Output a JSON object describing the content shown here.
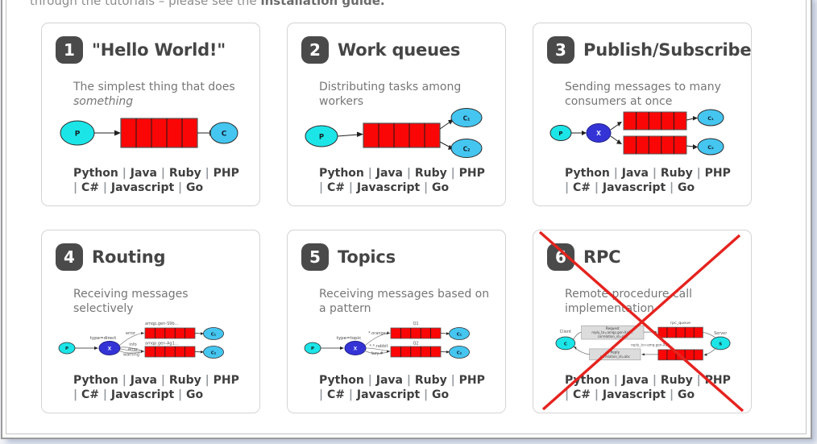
{
  "top": {
    "intro_text": "through the tutorials – please see the ",
    "intro_link": "installation guide."
  },
  "languages": [
    "Python",
    "Java",
    "Ruby",
    "PHP",
    "C#",
    "Javascript",
    "Go"
  ],
  "cards": [
    {
      "number": "1",
      "title": "\"Hello World!\"",
      "description": "The simplest thing that does ",
      "description_italic": "something"
    },
    {
      "number": "2",
      "title": "Work queues",
      "description": "Distributing tasks among workers"
    },
    {
      "number": "3",
      "title": "Publish/Subscribe",
      "description": "Sending messages to many consumers at once"
    },
    {
      "number": "4",
      "title": "Routing",
      "description": "Receiving messages selectively"
    },
    {
      "number": "5",
      "title": "Topics",
      "description": "Receiving messages based on a pattern"
    },
    {
      "number": "6",
      "title": "RPC",
      "description": "Remote procedure call implementation",
      "crossed_out": true
    }
  ],
  "diagrams": {
    "hello_world": {
      "producer": "P",
      "consumer": "C"
    },
    "work_queues": {
      "producer": "P",
      "consumer1": "C₁",
      "consumer2": "C₂"
    },
    "pubsub": {
      "producer": "P",
      "exchange": "X",
      "consumer1": "C₁",
      "consumer2": "C₂"
    },
    "routing": {
      "producer": "P",
      "exchange": "X",
      "exchange_type": "type=direct",
      "queue1_label": "amqp.gen-S9b...",
      "queue2_label": "amqp.gen-Ag1...",
      "binding1": "error",
      "binding2": "info",
      "binding3": "error",
      "binding4": "warning",
      "consumer1": "C₁",
      "consumer2": "C₂"
    },
    "topics": {
      "producer": "P",
      "exchange": "X",
      "exchange_type": "type=topic",
      "queue1_label": "Q1",
      "queue2_label": "Q2",
      "binding1": "*.orange.*",
      "binding2": "*.*.rabbit",
      "binding3": "lazy.#",
      "consumer1": "C₁",
      "consumer2": "C₂"
    },
    "rpc": {
      "client_caption": "Client",
      "client": "C",
      "server_caption": "Server",
      "server": "S",
      "request_title": "Request",
      "request_line1": "reply_to=amqp.gen-Xa2...",
      "request_line2": "correlation_id=abc",
      "queue_top_label": "rpc_queue",
      "reply_queue_label": "reply_to=amq.gen-Xa2...",
      "reply_title": "Reply",
      "reply_line1": "correlation_id=abc"
    }
  },
  "colors": {
    "queue_red": "#fb0606",
    "producer_cyan": "#1ce5e8",
    "consumer_blue": "#45c6f0",
    "exchange_blue": "#3434d6",
    "cross_red": "#e5231f",
    "badge_gray": "#4a4a4a"
  }
}
